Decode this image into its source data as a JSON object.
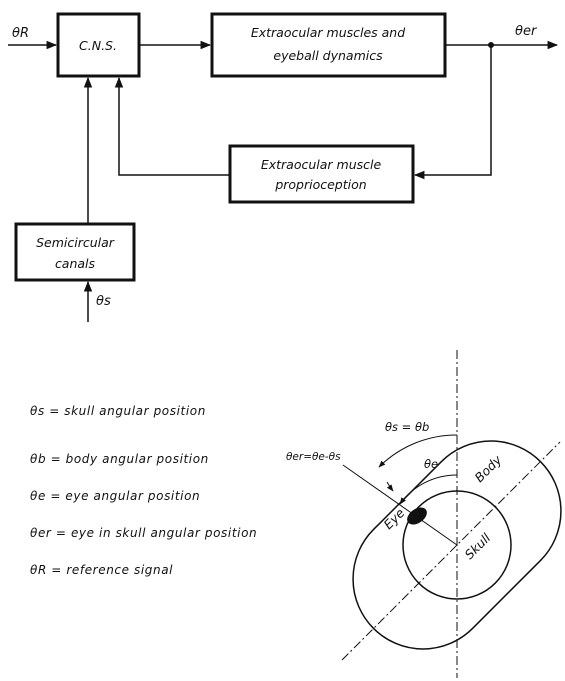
{
  "block_diagram": {
    "cns": "C.N.S.",
    "eyeball_line1": "Extraocular muscles and",
    "eyeball_line2": "eyeball dynamics",
    "proprio_line1": "Extraocular muscle",
    "proprio_line2": "proprioception",
    "canals_line1": "Semicircular",
    "canals_line2": "canals",
    "input_ref": "θR",
    "output": "θer",
    "input_skull": "θs"
  },
  "legend": [
    "θs = skull angular position",
    "θb = body angular position",
    "θe = eye angular position",
    "θer = eye in skull angular position",
    "θR = reference signal"
  ],
  "geometry_diagram": {
    "angle_sb": "θs = θb",
    "angle_e": "θe",
    "angle_er": "θer=θe-θs",
    "body": "Body",
    "skull": "Skull",
    "eye": "Eye"
  }
}
